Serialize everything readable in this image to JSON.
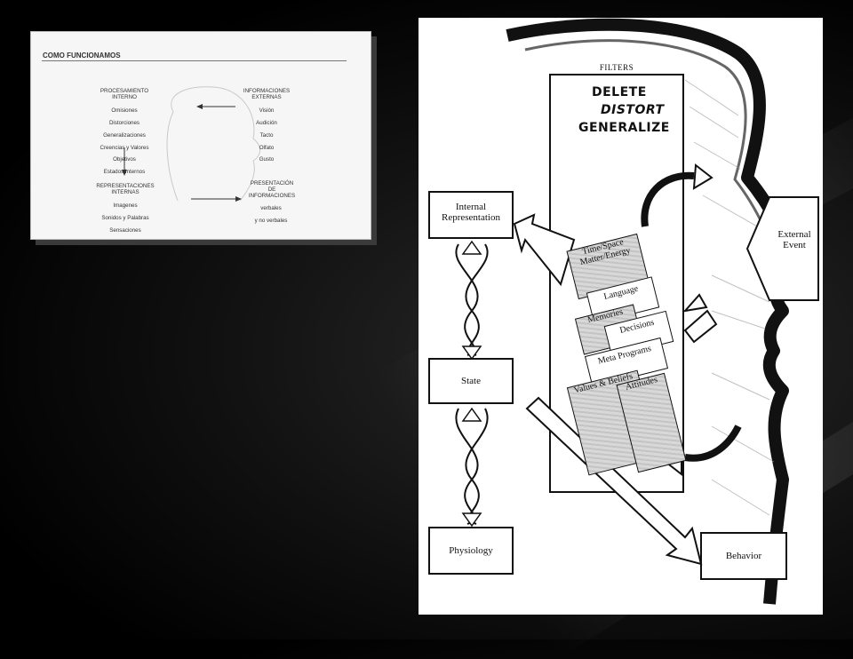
{
  "left_diagram": {
    "title": "COMO FUNCIONAMOS",
    "internal_processing": {
      "heading": "PROCESAMIENTO\nINTERNO",
      "items": [
        "Omisiones",
        "Distorciones",
        "Generalizaciones",
        "Creencias y Valores",
        "Objetivos",
        "Estados Internos"
      ]
    },
    "external_information": {
      "heading": "INFORMACIONES\nEXTERNAS",
      "items": [
        "Visión",
        "Audición",
        "Tacto",
        "Olfato",
        "Gusto"
      ]
    },
    "internal_representations": {
      "heading": "REPRESENTACIONES\nINTERNAS",
      "items": [
        "Imagenes",
        "Sonidos y Palabras",
        "Sensaciones"
      ]
    },
    "information_presentation": {
      "heading": "PRESENTACIÓN\nDE\nINFORMACIONES",
      "items": [
        "verbales",
        "y no verbales"
      ]
    }
  },
  "right_diagram": {
    "filters_title": "FILTERS",
    "filter_actions": [
      "DELETE",
      "DISTORT",
      "GENERALIZE"
    ],
    "boxes": {
      "internal_representation": "Internal\nRepresentation",
      "state": "State",
      "physiology": "Physiology",
      "behavior": "Behavior",
      "external_event": "External\nEvent"
    },
    "filter_cards": [
      "Time/Space\nMatter/Energy",
      "Language",
      "Memories",
      "Decisions",
      "Meta Programs",
      "Values & Beliefs",
      "Attitudes"
    ]
  }
}
